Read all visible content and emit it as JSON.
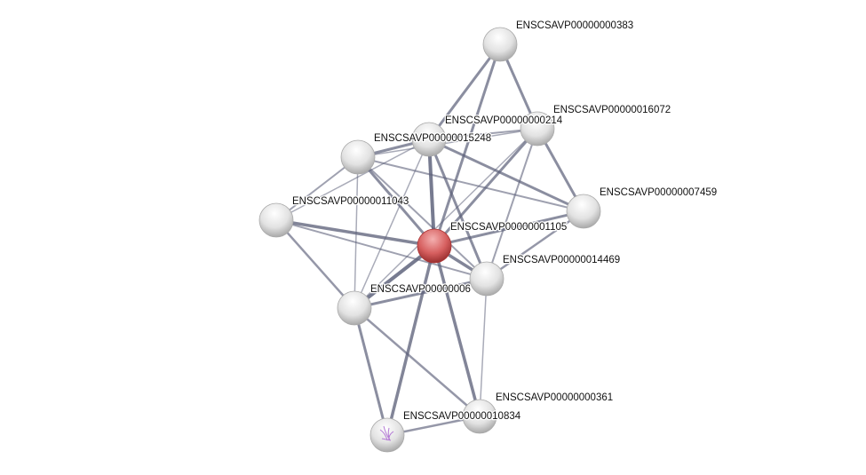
{
  "network": {
    "nodes": [
      {
        "id": "A",
        "label": "ENSCSAVP00000000383",
        "query": false
      },
      {
        "id": "B",
        "label": "ENSCSAVP00000016072",
        "query": false
      },
      {
        "id": "C",
        "label": "ENSCSAVP00000000214",
        "query": false
      },
      {
        "id": "D",
        "label": "ENSCSAVP00000015248",
        "query": false
      },
      {
        "id": "E",
        "label": "ENSCSAVP00000007459",
        "query": false
      },
      {
        "id": "F",
        "label": "ENSCSAVP00000011043",
        "query": false
      },
      {
        "id": "G",
        "label": "ENSCSAVP00000001105",
        "query": true
      },
      {
        "id": "H",
        "label": "ENSCSAVP00000014469",
        "query": false
      },
      {
        "id": "I",
        "label": "ENSCSAVP00000006",
        "query": false
      },
      {
        "id": "J",
        "label": "ENSCSAVP00000000361",
        "query": false
      },
      {
        "id": "K",
        "label": "ENSCSAVP00000010834",
        "query": false,
        "structure": true
      }
    ],
    "edges": [
      [
        "A",
        "C",
        3
      ],
      [
        "A",
        "B",
        3
      ],
      [
        "A",
        "G",
        3
      ],
      [
        "B",
        "C",
        2
      ],
      [
        "B",
        "E",
        3
      ],
      [
        "B",
        "G",
        3
      ],
      [
        "B",
        "H",
        2
      ],
      [
        "B",
        "I",
        1.5
      ],
      [
        "B",
        "D",
        1.5
      ],
      [
        "C",
        "D",
        3
      ],
      [
        "C",
        "G",
        4
      ],
      [
        "C",
        "H",
        3
      ],
      [
        "C",
        "E",
        3
      ],
      [
        "C",
        "F",
        1.5
      ],
      [
        "C",
        "I",
        1.5
      ],
      [
        "D",
        "F",
        2
      ],
      [
        "D",
        "G",
        3
      ],
      [
        "D",
        "E",
        2
      ],
      [
        "D",
        "I",
        1.5
      ],
      [
        "D",
        "H",
        2
      ],
      [
        "F",
        "G",
        3.5
      ],
      [
        "F",
        "I",
        2.5
      ],
      [
        "F",
        "H",
        2
      ],
      [
        "G",
        "H",
        3.5
      ],
      [
        "G",
        "I",
        4
      ],
      [
        "G",
        "K",
        3.5
      ],
      [
        "G",
        "J",
        3.5
      ],
      [
        "G",
        "E",
        3
      ],
      [
        "H",
        "E",
        2.5
      ],
      [
        "H",
        "I",
        3
      ],
      [
        "H",
        "J",
        1.5
      ],
      [
        "I",
        "K",
        3
      ],
      [
        "I",
        "J",
        2.5
      ],
      [
        "K",
        "J",
        2.5
      ]
    ],
    "colors": {
      "edge": "#5c6079",
      "node": "#e0e0e0",
      "query": "#d95a5a"
    }
  }
}
